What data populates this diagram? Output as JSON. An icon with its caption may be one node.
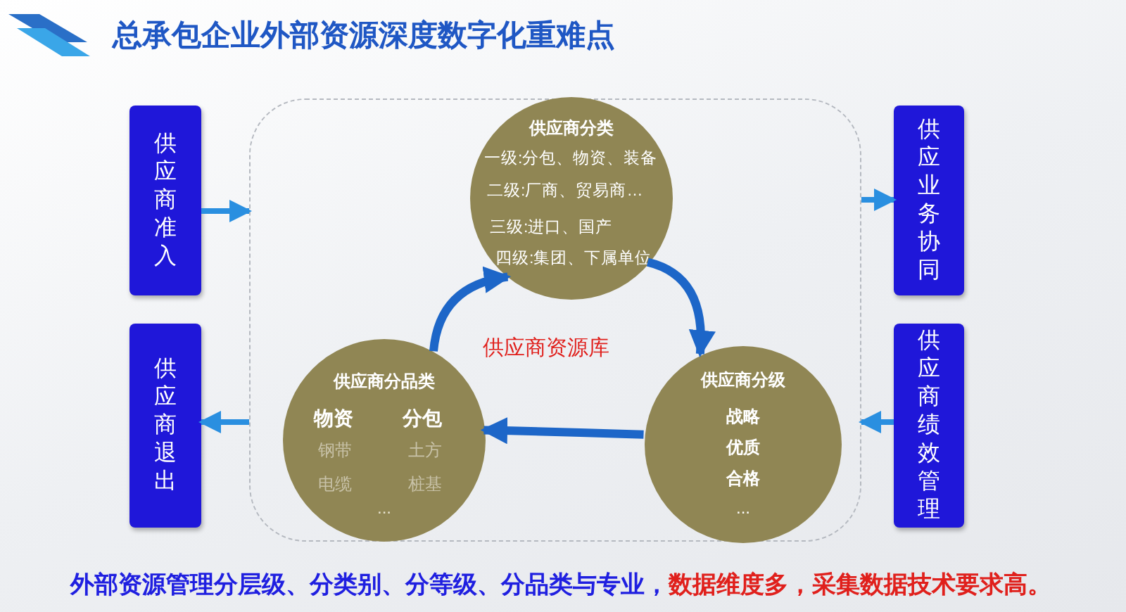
{
  "diagram": {
    "title": "总承包企业外部资源深度数字化重难点",
    "nodes": [
      {
        "text": [
          "供应商准入"
        ]
      },
      {
        "text": [
          "供应商退出"
        ]
      },
      {
        "text": [
          "供应业务协同"
        ]
      },
      {
        "text": [
          "供应商绩效管理"
        ]
      },
      {
        "text": [
          "供应商资源库"
        ]
      },
      {
        "text": [
          "供应商分类",
          "一级:分包、物资、装备",
          "二级:厂商、贸易商…",
          "三级:进口、国产",
          "四级:集团、下属单位"
        ],
        "in": 4
      },
      {
        "text": [
          "供应商分级",
          "战略",
          "优质",
          "合格",
          "..."
        ],
        "in": 4
      },
      {
        "text": [
          "供应商分品类",
          "物资",
          "钢带",
          "电缆",
          "分包",
          "土方",
          "桩基",
          "..."
        ],
        "in": 4
      }
    ],
    "edges": [
      {
        "from": 0,
        "to": 4,
        "arrow": "to"
      },
      {
        "from": 4,
        "to": 1,
        "arrow": "to"
      },
      {
        "from": 4,
        "to": 2,
        "arrow": "to"
      },
      {
        "from": 3,
        "to": 4,
        "arrow": "to"
      },
      {
        "from": 5,
        "to": 6,
        "arrow": "to",
        "color": "#1d66c8"
      },
      {
        "from": 6,
        "to": 7,
        "arrow": "to",
        "color": "#1d66c8"
      },
      {
        "from": 7,
        "to": 5,
        "arrow": "to",
        "color": "#1d66c8"
      }
    ],
    "labels": [
      "外部资源管理分层级、分类别、分等级、分品类与专业，",
      "数据维度多，采集数据技术要求高。"
    ]
  }
}
